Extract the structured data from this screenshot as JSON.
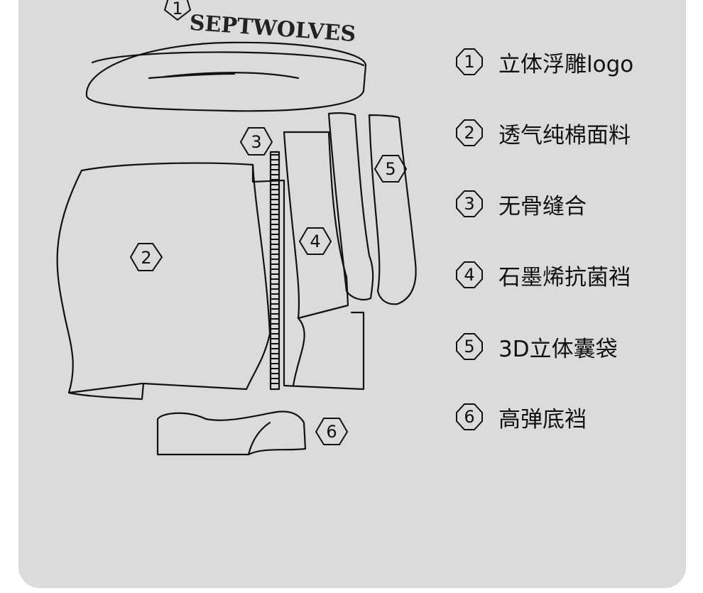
{
  "brand": "SEPTWOLVES",
  "diagram_tags": [
    "1",
    "2",
    "3",
    "4",
    "5",
    "6"
  ],
  "legend": [
    {
      "num": "1",
      "label": "立体浮雕logo"
    },
    {
      "num": "2",
      "label": "透气纯棉面料"
    },
    {
      "num": "3",
      "label": "无骨缝合"
    },
    {
      "num": "4",
      "label": "石墨烯抗菌裆"
    },
    {
      "num": "5",
      "label": "3D立体囊袋"
    },
    {
      "num": "6",
      "label": "高弹底裆"
    }
  ]
}
